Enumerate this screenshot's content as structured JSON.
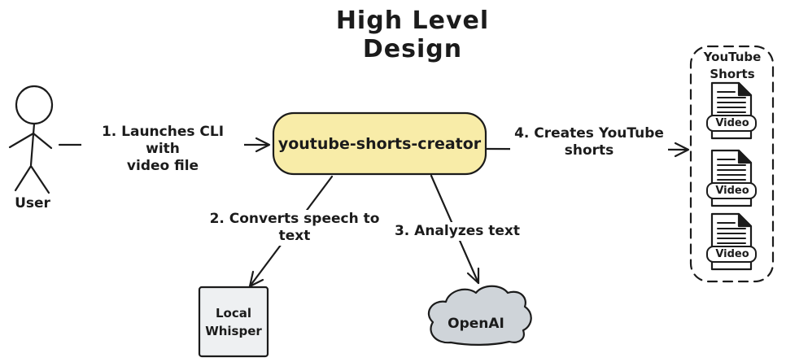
{
  "title": "High Level Design",
  "colors": {
    "ink": "#1b1b1b",
    "main_box_fill": "#f8eca8",
    "whisper_fill": "#eef0f2",
    "cloud_fill": "#cfd4d9",
    "page_fill": "#ffffff",
    "canvas": "#ffffff"
  },
  "user": {
    "label": "User"
  },
  "main_box": {
    "label": "youtube-shorts-creator"
  },
  "arrows": {
    "launch": {
      "lines": [
        "1. Launches CLI with",
        "video file"
      ]
    },
    "speech": {
      "lines": [
        "2. Converts speech to",
        "text"
      ]
    },
    "analyze": {
      "label": "3. Analyzes text"
    },
    "create": {
      "lines": [
        "4. Creates YouTube",
        "shorts"
      ]
    }
  },
  "whisper": {
    "lines": [
      "Local",
      "Whisper"
    ]
  },
  "openai": {
    "label": "OpenAI"
  },
  "shorts": {
    "title_lines": [
      "YouTube",
      "Shorts"
    ],
    "items": [
      {
        "label": "Video"
      },
      {
        "label": "Video"
      },
      {
        "label": "Video"
      }
    ]
  }
}
